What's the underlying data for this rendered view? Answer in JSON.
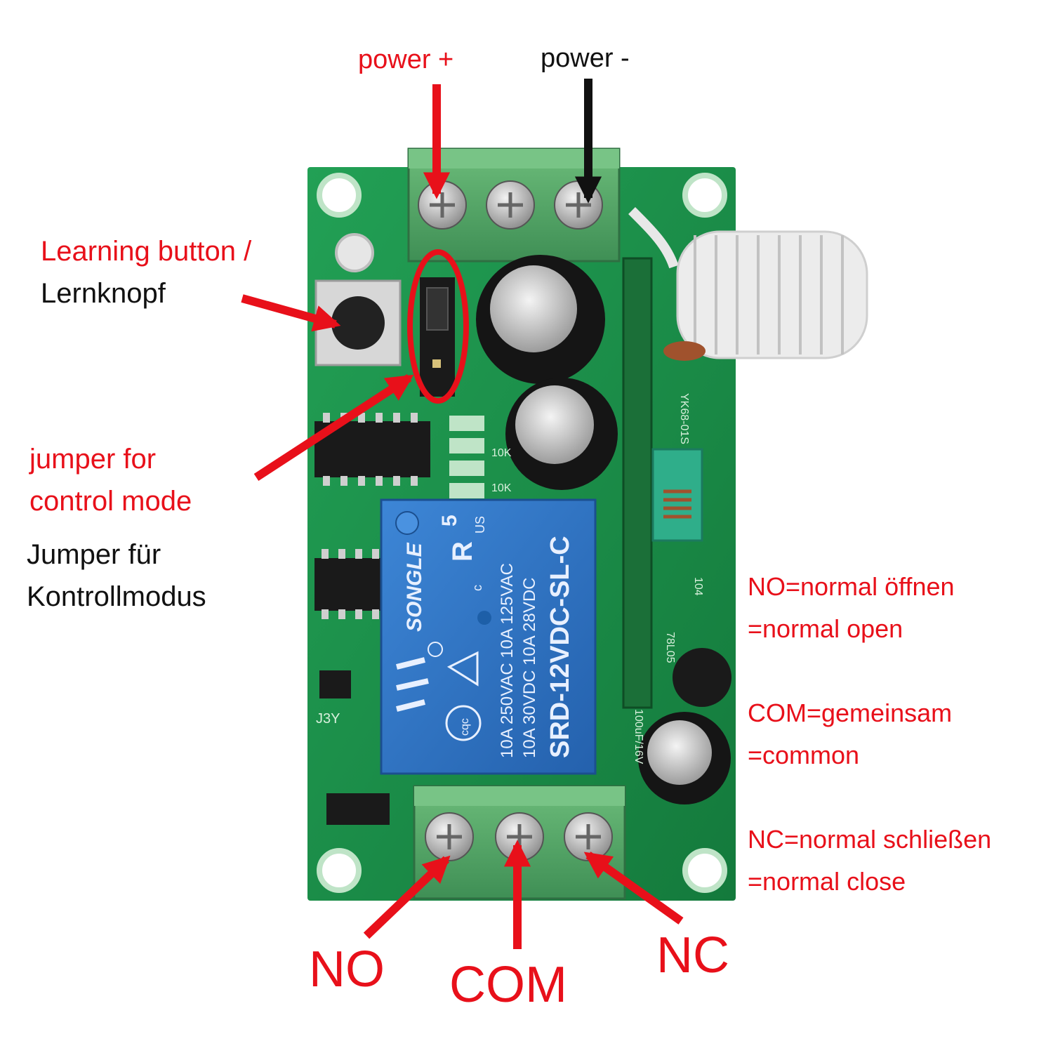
{
  "labels": {
    "power_plus": "power +",
    "power_minus": "power -",
    "learning_en": "Learning button /",
    "learning_de": "Lernknopf",
    "jumper_en_1": "jumper for",
    "jumper_en_2": "control mode",
    "jumper_de_1": "Jumper für",
    "jumper_de_2": "Kontrollmodus",
    "no_def_1": "NO=normal öffnen",
    "no_def_2": "=normal open",
    "com_def_1": "COM=gemeinsam",
    "com_def_2": "=common",
    "nc_def_1": "NC=normal schließen",
    "nc_def_2": "=normal close",
    "terminal_no": "NO",
    "terminal_com": "COM",
    "terminal_nc": "NC"
  },
  "relay": {
    "brand": "SONGLE",
    "number": "5",
    "us_mark": "US",
    "ur_mark": "R",
    "c_mark": "c",
    "cqc_mark": "cqc",
    "line1": "10A 250VAC 10A 125VAC",
    "line2": "10A 30VDC 10A 28VDC",
    "model": "SRD-12VDC-SL-C"
  },
  "board_marks": {
    "j3y": "J3Y",
    "yk": "YK68-01S",
    "r104": "104",
    "ic": "78L05",
    "k10_1": "10K",
    "k10_2": "10K",
    "cap": "100uF/16V"
  },
  "colors": {
    "annotation_red": "#e8101a",
    "annotation_black": "#111111",
    "pcb_green": "#1f8f4a",
    "terminal_green": "#5aa86a",
    "relay_blue": "#2e74c6"
  }
}
